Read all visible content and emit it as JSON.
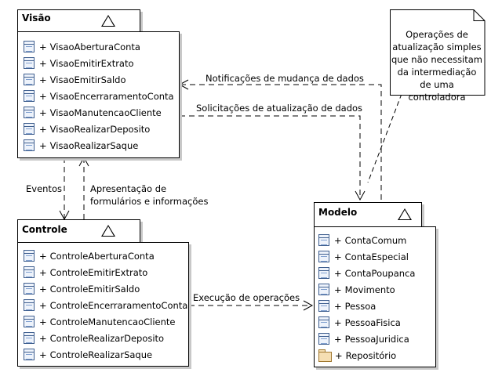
{
  "packages": {
    "visao": {
      "title": "Visão",
      "items": [
        {
          "prefix": "+",
          "name": "VisaoAberturaConta",
          "icon": "class-icon"
        },
        {
          "prefix": "+",
          "name": "VisaoEmitirExtrato",
          "icon": "class-icon"
        },
        {
          "prefix": "+",
          "name": "VisaoEmitirSaldo",
          "icon": "class-icon"
        },
        {
          "prefix": "+",
          "name": "VisaoEncerraramentoConta",
          "icon": "class-icon"
        },
        {
          "prefix": "+",
          "name": "VisaoManutencaoCliente",
          "icon": "class-icon"
        },
        {
          "prefix": "+",
          "name": "VisaoRealizarDeposito",
          "icon": "class-icon"
        },
        {
          "prefix": "+",
          "name": "VisaoRealizarSaque",
          "icon": "class-icon"
        }
      ]
    },
    "controle": {
      "title": "Controle",
      "items": [
        {
          "prefix": "+",
          "name": "ControleAberturaConta",
          "icon": "class-icon"
        },
        {
          "prefix": "+",
          "name": "ControleEmitirExtrato",
          "icon": "class-icon"
        },
        {
          "prefix": "+",
          "name": "ControleEmitirSaldo",
          "icon": "class-icon"
        },
        {
          "prefix": "+",
          "name": "ControleEncerraramentoConta",
          "icon": "class-icon"
        },
        {
          "prefix": "+",
          "name": "ControleManutencaoCliente",
          "icon": "class-icon"
        },
        {
          "prefix": "+",
          "name": "ControleRealizarDeposito",
          "icon": "class-icon"
        },
        {
          "prefix": "+",
          "name": "ControleRealizarSaque",
          "icon": "class-icon"
        }
      ]
    },
    "modelo": {
      "title": "Modelo",
      "items": [
        {
          "prefix": "+",
          "name": "ContaComum",
          "icon": "class-icon"
        },
        {
          "prefix": "+",
          "name": "ContaEspecial",
          "icon": "class-icon"
        },
        {
          "prefix": "+",
          "name": "ContaPoupanca",
          "icon": "class-icon"
        },
        {
          "prefix": "+",
          "name": "Movimento",
          "icon": "class-icon"
        },
        {
          "prefix": "+",
          "name": "Pessoa",
          "icon": "class-icon"
        },
        {
          "prefix": "+",
          "name": "PessoaFisica",
          "icon": "class-icon"
        },
        {
          "prefix": "+",
          "name": "PessoaJuridica",
          "icon": "class-icon"
        },
        {
          "prefix": "+",
          "name": "Repositório",
          "icon": "folder-icon"
        }
      ]
    }
  },
  "connections": {
    "notificacoes": "Notificações de mudança de dados",
    "solicitacoes": "Solicitações de atualização de dados",
    "eventos": "Eventos",
    "apresentacao_1": "Apresentação de",
    "apresentacao_2": "formulários e informações",
    "execucao": "Execução de operações"
  },
  "note": {
    "lines": [
      "Operações de",
      "atualização simples",
      "que não necessitam",
      "da intermediação",
      "de uma controladora"
    ]
  }
}
